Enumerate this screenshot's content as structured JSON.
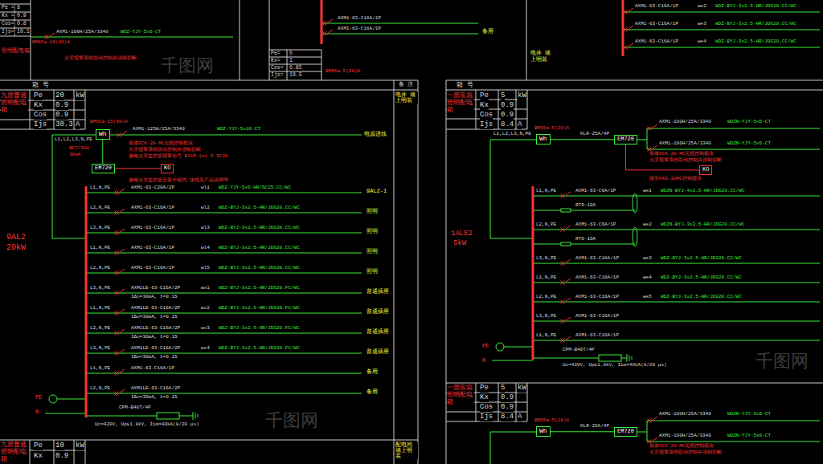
{
  "diagram": {
    "nodes": [
      {
        "text": [
          "Wh"
        ]
      },
      {
        "text": [
          "EM720"
        ]
      },
      {
        "text": [
          "KO"
        ]
      },
      {
        "text": [
          "Wh"
        ]
      },
      {
        "text": [
          "EM720"
        ]
      },
      {
        "text": [
          "KO"
        ]
      },
      {
        "text": [
          "Wh"
        ]
      },
      {
        "text": [
          "EM720"
        ]
      }
    ],
    "edges": [
      {
        "from": 0,
        "to": 1,
        "arrow": "none"
      },
      {
        "from": 1,
        "to": 2,
        "arrow": "none"
      },
      {
        "from": 3,
        "to": 4,
        "arrow": "none"
      },
      {
        "from": 4,
        "to": 5,
        "arrow": "none"
      },
      {
        "from": 6,
        "to": 7,
        "arrow": "none"
      }
    ],
    "labels": [
      "Pe =",
      "Kx =",
      "Cos=",
      "Ijs=",
      "8",
      "0.9",
      "0.8",
      "10.1",
      "照明配电箱",
      "BM65a-10(40)A",
      "AXM1-100H/25A/3340",
      "WDZ-YJY-5x6-CT",
      "火灾报警系统联动控制并强制切断",
      "Pe=",
      "Kx=",
      "Cos=",
      "Ijs=",
      "5",
      "1",
      "0.85",
      "10.5",
      "BM65a-5(20)A",
      "AXM1-63-C16A/1P",
      "AXM1-63-C16A/1P",
      "备用",
      "电井 墙上明装",
      "AXM1-63-C16A/1P",
      "AXM1-63-C16A/1P",
      "AXM1-63-C16A/1P",
      "we2",
      "we3",
      "we4",
      "WDZ-BYJ-3x2.5-HR/JDG20.CC/WC",
      "WDZ-BYJ-3x2.5-HR/JDG20.CC/WC",
      "WDZ-BYJ-3x2.5-HR/JDG20.CC/WC",
      "箱 号",
      "备 注",
      "九层普通 照明配电箱",
      "Pe",
      "Kx",
      "Cos",
      "Ijs",
      "20",
      "0.9",
      "0.9",
      "30.3",
      "kW",
      "A",
      "电井 墙上明装",
      "BM65a-15(60)A",
      "AXM1-125H/25A/3340",
      "WDZ-YJY-5x16-CT",
      "电源进线",
      "L1,L2,L3,N,PE",
      "BC7/50A",
      "30mA",
      "箱体GCK-20-MC无线控制模块",
      "火灾报警系统联动控制并强制切断",
      "漏电火灾监控器报警信号 RVVP-2x1.5 SC20",
      "漏电火灾监控器安装于箱内 接线见产品说明书",
      "L1,N,PE",
      "AXM1-63-C20A/2P",
      "wl1",
      "WDZ-YJY-5x6-HR/SC25.CC/WC",
      "9AL2-1",
      "L2,N,PE",
      "AXM1-63-C16A/1P",
      "wl2",
      "WDZ-BYJ-3x2.5-HR/JDG20.CC/WC",
      "照明",
      "L3,N,PE",
      "AXM1-63-C16A/1P",
      "wl3",
      "WDZ-BYJ-3x2.5-HR/JDG20.CC/WC",
      "照明",
      "L1,N,PE",
      "AXM1-63-C16A/1P",
      "wl4",
      "WDZ-BYJ-3x2.5-HR/JDG20.CC/WC",
      "照明",
      "L2,N,PE",
      "AXM1-63-C16A/1P",
      "wl5",
      "WDZ-BYJ-3x2.5-HR/JDG20.CC/WC",
      "照明",
      "L3,N,PE",
      "AXM1LE-63-C16A/2P",
      "IΔn=30mA, t=0.1S",
      "wx1",
      "WDZ-BYJ-3x2.5-HR/JDG20.FC/WC",
      "普通插座",
      "L1,N,PE",
      "AXM1LE-63-C16A/2P",
      "IΔn=30mA, t=0.1S",
      "wx2",
      "WDZ-BYJ-3x2.5-HR/JDG20.FC/WC",
      "普通插座",
      "L2,N,PE",
      "AXM1LE-63-C16A/2P",
      "IΔn=30mA, t=0.1S",
      "wx3",
      "WDZ-BYJ-3x2.5-HR/JDG20.FC/WC",
      "普通插座",
      "L3,N,PE",
      "AXM1LE-63-C16A/2P",
      "IΔn=30mA, t=0.1S",
      "wx4",
      "WDZ-BYJ-3x2.5-HR/JDG20.FC/WC",
      "普通插座",
      "L1,N,PE",
      "AXM1-63-C16A/1P",
      "备用",
      "L2,N,PE",
      "AXM1LE-63-C16A/2P",
      "IΔn=30mA, t=0.1S",
      "备用",
      "CPM-B40T/4P",
      "Uc=420V, Up≤1.8kV, Iim=40kA(8/20 μs)",
      "PE",
      "N",
      "9AL2",
      "20kW",
      "九层普通 照明配电箱",
      "Pe",
      "Kx",
      "10",
      "0.9",
      "kW",
      "配电间 墙上明装",
      "箱 号",
      "一层应急 照明配电箱",
      "Pe",
      "Kx",
      "Cos",
      "Ijs",
      "5",
      "0.9",
      "0.9",
      "8.4",
      "kW",
      "A",
      "BM65a-5(20)A",
      "L1,L2,L3,N,PE",
      "KLR-25A/4P",
      "AXM1-100H/25A/3340",
      "WDZN-YJY-5x6-CT",
      "AXM1-100H/25A/3340",
      "WDZN-YJY-5x6-CT",
      "箱体GCK-20-MC无线控制模块",
      "火灾报警系统联动控制并强制切断",
      "接至FAS-20MC控制模块",
      "L1,N,PE",
      "AXM1-63-C6A/1P",
      "we1",
      "WDZN-BYJ-4x2.5-HR/JDG20.CC/WC",
      "RTO-10A",
      "L2,N,PE",
      "AXM1-63-C6A/1P",
      "we2",
      "WDZN-BYJ-3x2.5-HR/JDG20.CC/WC",
      "RTO-10A",
      "L3,N,PE",
      "AXM1-63-C16A/1P",
      "we3",
      "WDZ-BYJ-3x2.5-HR/JDG20.CC/WC",
      "L1,N,PE",
      "AXM1-63-C16A/1P",
      "we4",
      "WDZ-BYJ-3x2.5-HR/JDG20.CC/WC",
      "L2,N,PE",
      "AXM1-63-C16A/1P",
      "we5",
      "WDZ-BYJ-3x2.5-HR/JDG20.CC/WC",
      "L3,N,PE",
      "AXM1-63-C16A/1P",
      "L1,N,PE",
      "AXM1-63-C16A/1P",
      "CPM-B40T/4P",
      "Uc=420V, Up≤1.8kV, Iim=40kA(8/20 μs)",
      "PE",
      "N",
      "1ALE2",
      "5kW",
      "一层应急 照明配电箱",
      "Pe",
      "Kx",
      "Cos",
      "Ijs",
      "5",
      "0.9",
      "0.9",
      "8.4",
      "kW",
      "A",
      "BM65a-5(20)A",
      "KLR-25A/4P",
      "AXM1-100H/25A/3340",
      "WDZN-YJY-5x6-CT",
      "AXM1-100H/25A/3340",
      "WDZN-YJY-5x6-CT",
      "箱体GCK-20-MC无线控制模块",
      "火灾报警系统联动控制并强制切断",
      "千图网",
      "千图网",
      "千图网"
    ]
  }
}
